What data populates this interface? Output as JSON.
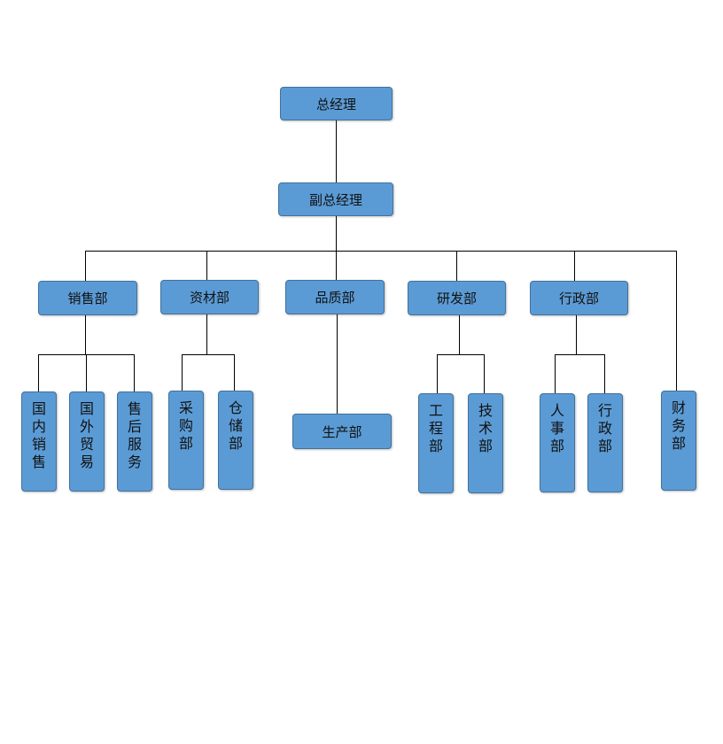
{
  "org_chart": {
    "ceo": "总经理",
    "vice_ceo": "副总经理",
    "departments": {
      "sales": "销售部",
      "materials": "资材部",
      "quality": "品质部",
      "rnd": "研发部",
      "admin": "行政部",
      "finance": "财务部"
    },
    "sub_units": {
      "domestic_sales": "国内销售",
      "foreign_trade": "国外贸易",
      "after_sales": "售后服务",
      "purchasing": "采购部",
      "warehouse": "仓储部",
      "production": "生产部",
      "engineering": "工程部",
      "technology": "技术部",
      "personnel": "人事部",
      "administration": "行政部"
    }
  },
  "colors": {
    "box_fill": "#5b9bd5",
    "box_border": "#41719c",
    "connector": "#000000",
    "text": "#111111"
  }
}
